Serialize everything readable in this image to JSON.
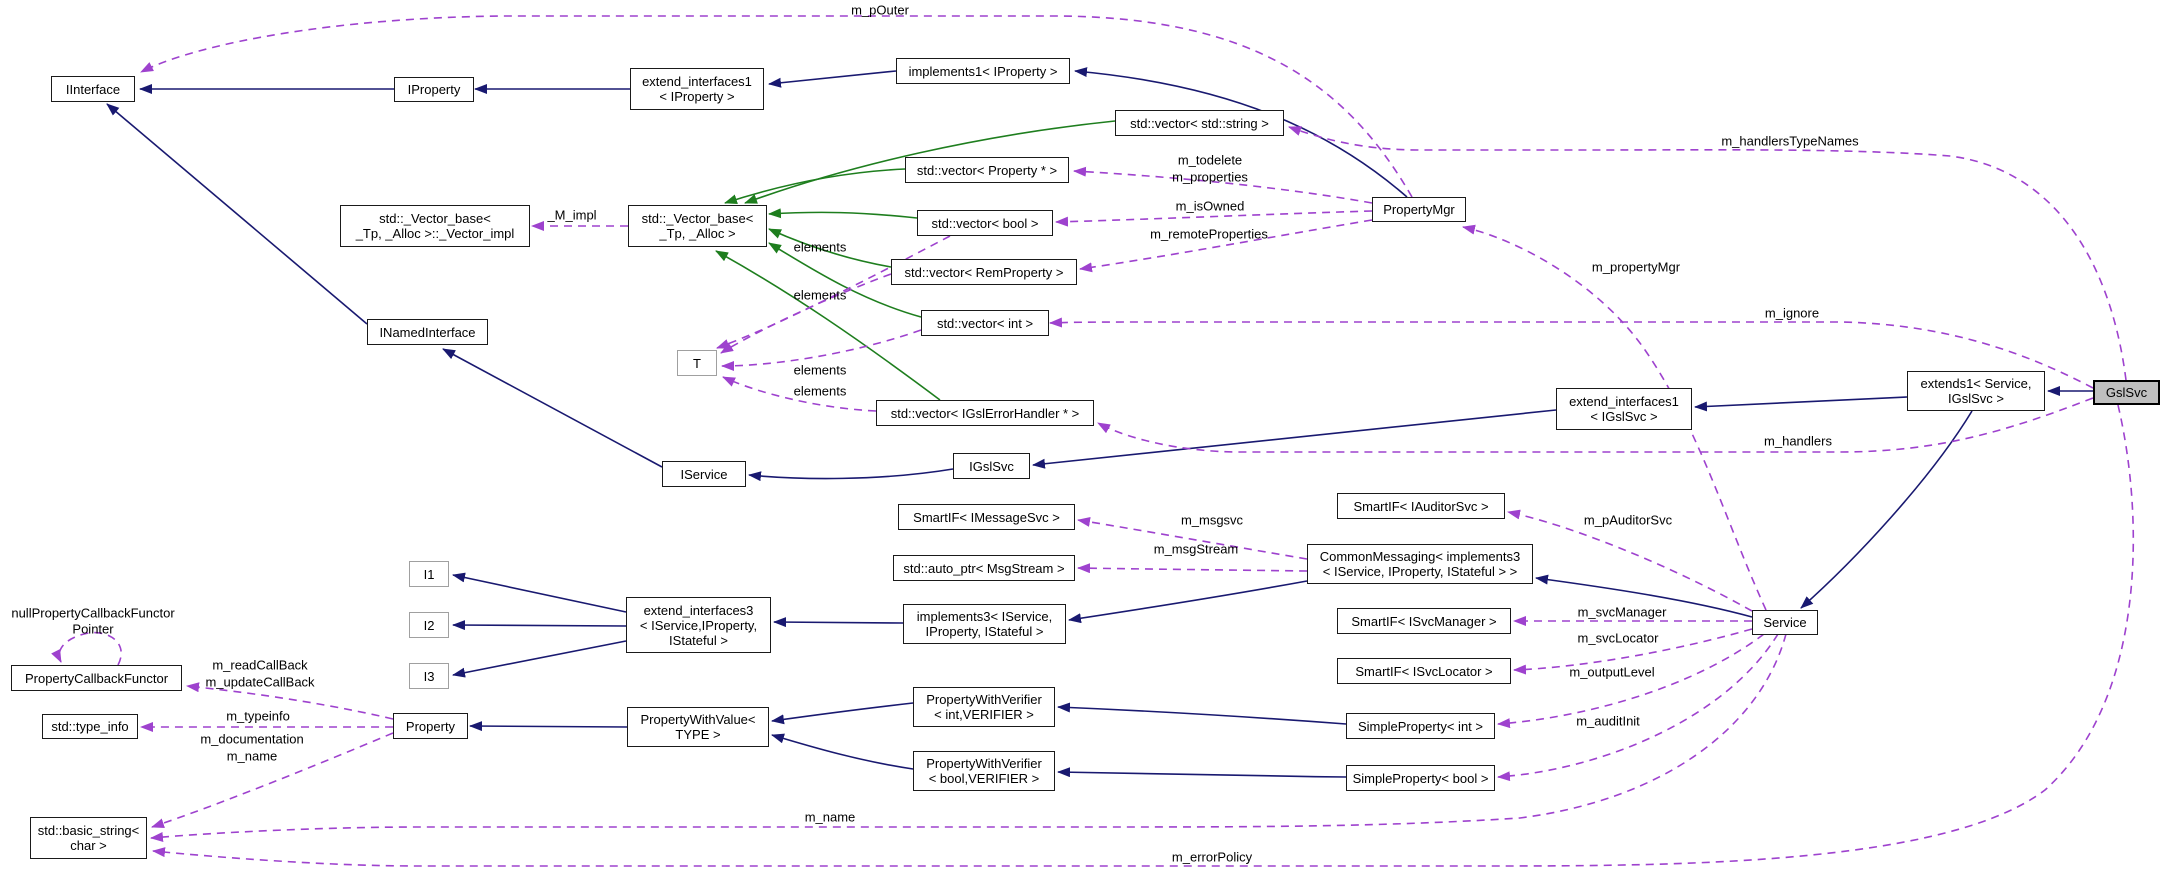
{
  "diagram": {
    "title": "GslSvc collaboration diagram",
    "focus_node": "GslSvc",
    "colors": {
      "background": "#ffffff",
      "inheritance_edge": "#191970",
      "template_inheritance_edge": "#1e7e1e",
      "usage_edge": "#9e42ce",
      "node_border": "#1a1a1a",
      "template_param_border": "#a0a0a0",
      "focus_node_fill": "#bfbfbf",
      "text": "#000000"
    }
  },
  "nodes": {
    "iinterface": {
      "lines": [
        "IInterface"
      ]
    },
    "iproperty": {
      "lines": [
        "IProperty"
      ]
    },
    "extif1_iproperty": {
      "lines": [
        "extend_interfaces1",
        "< IProperty >"
      ]
    },
    "implements1_iproperty": {
      "lines": [
        "implements1< IProperty >"
      ]
    },
    "vec_string": {
      "lines": [
        "std::vector< std::string >"
      ]
    },
    "vec_property": {
      "lines": [
        "std::vector< Property * >"
      ]
    },
    "vec_bool": {
      "lines": [
        "std::vector< bool >"
      ]
    },
    "vec_remproperty": {
      "lines": [
        "std::vector< RemProperty >"
      ]
    },
    "vec_int": {
      "lines": [
        "std::vector< int >"
      ]
    },
    "property_mgr": {
      "lines": [
        "PropertyMgr"
      ]
    },
    "vecbase_impl": {
      "lines": [
        "std::_Vector_base<",
        "_Tp, _Alloc >::_Vector_impl"
      ]
    },
    "vecbase": {
      "lines": [
        "std::_Vector_base<",
        "_Tp, _Alloc >"
      ]
    },
    "t": {
      "lines": [
        "T"
      ]
    },
    "vec_igslerror": {
      "lines": [
        "std::vector< IGslErrorHandler * >"
      ]
    },
    "inamed": {
      "lines": [
        "INamedInterface"
      ]
    },
    "iservice": {
      "lines": [
        "IService"
      ]
    },
    "igslsvc": {
      "lines": [
        "IGslSvc"
      ]
    },
    "extif1_igslsvc": {
      "lines": [
        "extend_interfaces1",
        "< IGslSvc >"
      ]
    },
    "extends1": {
      "lines": [
        "extends1< Service,",
        "IGslSvc >"
      ]
    },
    "gslsvc": {
      "lines": [
        "GslSvc"
      ]
    },
    "smartif_imsg": {
      "lines": [
        "SmartIF< IMessageSvc >"
      ]
    },
    "smartif_iaud": {
      "lines": [
        "SmartIF< IAuditorSvc >"
      ]
    },
    "autoptr_msgstream": {
      "lines": [
        "std::auto_ptr< MsgStream >"
      ]
    },
    "common_messaging": {
      "lines": [
        "CommonMessaging< implements3",
        "< IService, IProperty, IStateful > >"
      ]
    },
    "i1": {
      "lines": [
        "I1"
      ]
    },
    "i2": {
      "lines": [
        "I2"
      ]
    },
    "i3": {
      "lines": [
        "I3"
      ]
    },
    "extif3": {
      "lines": [
        "extend_interfaces3",
        "< IService,IProperty,",
        "IStateful >"
      ]
    },
    "implements3": {
      "lines": [
        "implements3< IService,",
        "IProperty, IStateful >"
      ]
    },
    "smartif_isvcmgr": {
      "lines": [
        "SmartIF< ISvcManager >"
      ]
    },
    "smartif_isvcloc": {
      "lines": [
        "SmartIF< ISvcLocator >"
      ]
    },
    "service": {
      "lines": [
        "Service"
      ]
    },
    "pcf": {
      "lines": [
        "PropertyCallbackFunctor"
      ]
    },
    "typeinfo": {
      "lines": [
        "std::type_info"
      ]
    },
    "property": {
      "lines": [
        "Property"
      ]
    },
    "pwv": {
      "lines": [
        "PropertyWithValue<",
        "TYPE >"
      ]
    },
    "pwv_int": {
      "lines": [
        "PropertyWithVerifier",
        "< int,VERIFIER >"
      ]
    },
    "pwv_bool": {
      "lines": [
        "PropertyWithVerifier",
        "< bool,VERIFIER >"
      ]
    },
    "sp_int": {
      "lines": [
        "SimpleProperty< int >"
      ]
    },
    "sp_bool": {
      "lines": [
        "SimpleProperty< bool >"
      ]
    },
    "basic_string": {
      "lines": [
        "std::basic_string<",
        "char >"
      ]
    }
  },
  "edge_labels": {
    "m_pOuter": "m_pOuter",
    "m_handlersTypeNames": "m_handlersTypeNames",
    "m_todelete": "m_todelete",
    "m_properties": "m_properties",
    "m_isOwned": "m_isOwned",
    "m_remoteProperties": "m_remoteProperties",
    "m_propertyMgr": "m_propertyMgr",
    "m_ignore": "m_ignore",
    "m_impl": "_M_impl",
    "elements": "elements",
    "m_handlers": "m_handlers",
    "m_msgsvc": "m_msgsvc",
    "m_msgStream": "m_msgStream",
    "m_pAuditorSvc": "m_pAuditorSvc",
    "m_svcManager": "m_svcManager",
    "m_svcLocator": "m_svcLocator",
    "m_outputLevel": "m_outputLevel",
    "m_auditInit": "m_auditInit",
    "null_pcfp_1": "nullPropertyCallbackFunctor",
    "null_pcfp_2": "Pointer",
    "m_readCallBack": "m_readCallBack",
    "m_updateCallBack": "m_updateCallBack",
    "m_typeinfo": "m_typeinfo",
    "m_documentation": "m_documentation",
    "m_name": "m_name",
    "m_errorPolicy": "m_errorPolicy"
  }
}
